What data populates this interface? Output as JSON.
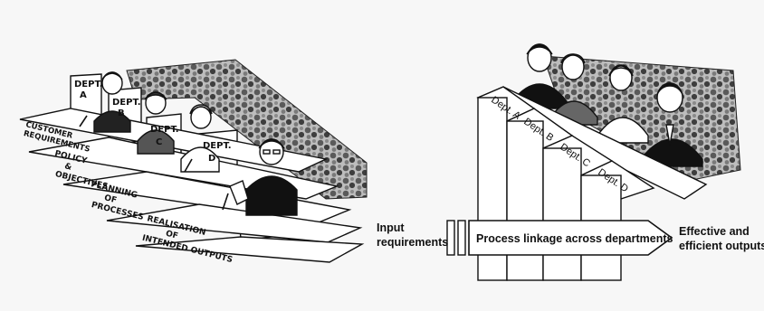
{
  "left_diagram": {
    "departments": [
      {
        "label_line1": "DEPT.",
        "label_line2": "A"
      },
      {
        "label_line1": "DEPT.",
        "label_line2": "B"
      },
      {
        "label_line1": "DEPT.",
        "label_line2": "C"
      },
      {
        "label_line1": "DEPT.",
        "label_line2": "D"
      }
    ],
    "steps": [
      {
        "line1": "CUSTOMER",
        "line2": "REQUIREMENTS"
      },
      {
        "line1": "POLICY",
        "line2": "&",
        "line3": "OBJECTIVES"
      },
      {
        "line1": "PLANNING",
        "line2": "OF",
        "line3": "PROCESSES"
      },
      {
        "line1": "REALISATION",
        "line2": "OF",
        "line3": "INTENDED OUTPUTS"
      }
    ]
  },
  "right_diagram": {
    "departments": [
      "Dept. A",
      "Dept. B",
      "Dept. C",
      "Dept. D"
    ],
    "input_label_line1": "Input",
    "input_label_line2": "requirements",
    "arrow_label": "Process linkage across departments",
    "output_label_line1": "Effective and",
    "output_label_line2": "efficient outputs"
  }
}
